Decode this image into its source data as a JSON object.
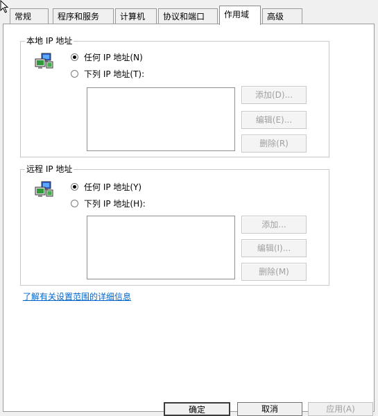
{
  "tabs": [
    {
      "label": "常规",
      "active": false
    },
    {
      "label": "程序和服务",
      "active": false
    },
    {
      "label": "计算机",
      "active": false
    },
    {
      "label": "协议和端口",
      "active": false
    },
    {
      "label": "作用域",
      "active": true
    },
    {
      "label": "高级",
      "active": false
    }
  ],
  "local": {
    "title": "本地 IP 地址",
    "any_label": "任何 IP 地址(N)",
    "list_label": "下列 IP 地址(T):",
    "selected": "any",
    "add_label": "添加(D)...",
    "edit_label": "编辑(E)...",
    "remove_label": "删除(R)"
  },
  "remote": {
    "title": "远程 IP 地址",
    "any_label": "任何 IP 地址(Y)",
    "list_label": "下列 IP 地址(H):",
    "selected": "any",
    "add_label": "添加...",
    "edit_label": "编辑(I)...",
    "remove_label": "删除(M)"
  },
  "info_link": "了解有关设置范围的详细信息",
  "footer": {
    "ok_label": "确定",
    "cancel_label": "取消",
    "apply_label": "应用(A)"
  }
}
